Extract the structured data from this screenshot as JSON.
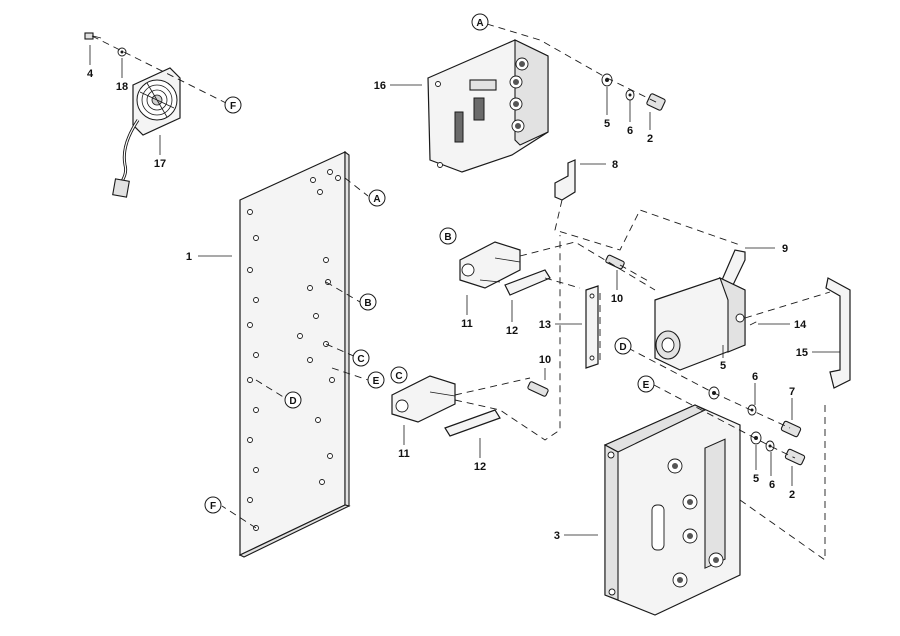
{
  "callouts": {
    "n1": "1",
    "n2a": "2",
    "n2b": "2",
    "n3": "3",
    "n4": "4",
    "n5a": "5",
    "n5b": "5",
    "n5c": "5",
    "n6a": "6",
    "n6b": "6",
    "n6c": "6",
    "n7": "7",
    "n8": "8",
    "n9": "9",
    "n10a": "10",
    "n10b": "10",
    "n11a": "11",
    "n11b": "11",
    "n12a": "12",
    "n12b": "12",
    "n13": "13",
    "n14": "14",
    "n15": "15",
    "n16": "16",
    "n17": "17",
    "n18": "18"
  },
  "refs": {
    "A1": "A",
    "A2": "A",
    "B1": "B",
    "B2": "B",
    "C1": "C",
    "C2": "C",
    "D1": "D",
    "D2": "D",
    "E1": "E",
    "E2": "E",
    "F1": "F",
    "F2": "F"
  }
}
